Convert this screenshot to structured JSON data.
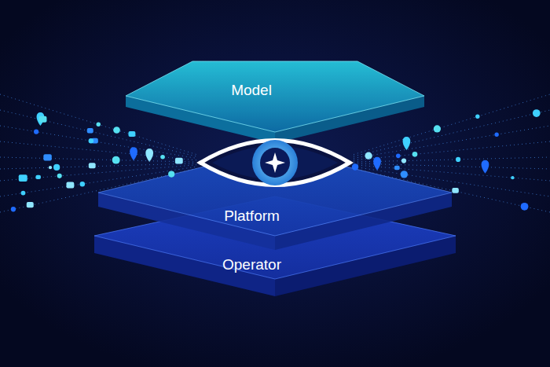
{
  "diagram": {
    "nodes": [
      {
        "text": [
          "Model"
        ]
      },
      {
        "text": [
          "Platform"
        ]
      },
      {
        "text": [
          "Operator"
        ]
      }
    ]
  }
}
